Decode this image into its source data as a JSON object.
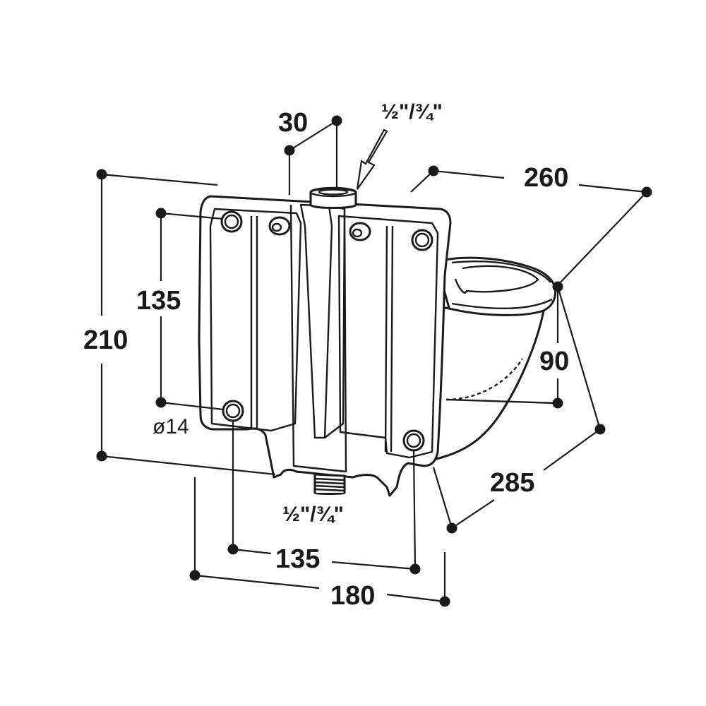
{
  "dimensions": {
    "overall_height": "210",
    "hole_spacing_vertical": "135",
    "hole_diameter": "ø14",
    "top_inlet_width": "30",
    "top_inlet_thread": "½\"/¾\"",
    "bottom_inlet_thread": "½\"/¾\"",
    "depth": "260",
    "bowl_depth": "90",
    "bowl_length": "285",
    "hole_spacing_horizontal": "135",
    "overall_width": "180"
  },
  "colors": {
    "ink": "#1a1a1a",
    "background": "#ffffff"
  }
}
